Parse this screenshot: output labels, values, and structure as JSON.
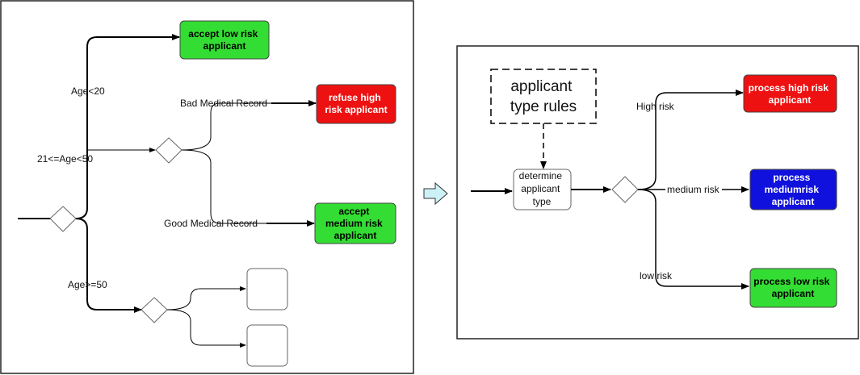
{
  "left_panel": {
    "branches": {
      "age_lt_20": "Age<20",
      "age_21_50": "21<=Age<50",
      "age_ge_50": "Age>=50"
    },
    "conditions": {
      "bad_medical": "Bad Medical Record",
      "good_medical": "Good Medical Record"
    },
    "outcomes": {
      "accept_low": [
        "accept low risk",
        "applicant"
      ],
      "refuse_high": [
        "refuse high",
        "risk applicant"
      ],
      "accept_medium": [
        "accept",
        "medium risk",
        "applicant"
      ]
    }
  },
  "right_panel": {
    "rules": [
      "applicant",
      "type  rules"
    ],
    "determine": [
      "determine",
      "applicant",
      "type"
    ],
    "branches": {
      "high": "High risk",
      "medium": "medium risk",
      "low": "low risk"
    },
    "outcomes": {
      "high": [
        "process high risk",
        "applicant"
      ],
      "medium": [
        "process",
        "mediumrisk",
        "applicant"
      ],
      "low": [
        "process low risk",
        "applicant"
      ]
    }
  },
  "colors": {
    "green": "#33dd33",
    "red": "#ee1111",
    "blue": "#1111dd",
    "transition_arrow": "#ccf2f8"
  }
}
